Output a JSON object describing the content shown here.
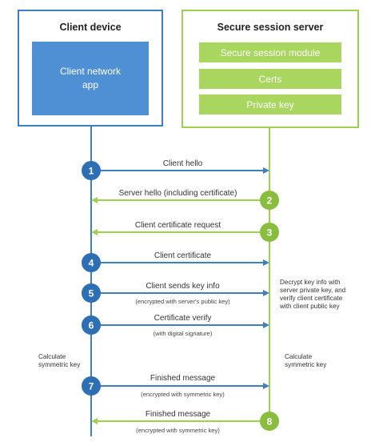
{
  "client": {
    "title": "Client device",
    "app_line1": "Client network",
    "app_line2": "app"
  },
  "server": {
    "title": "Secure session server",
    "modules": [
      "Secure session module",
      "Certs",
      "Private key"
    ]
  },
  "colors": {
    "client": "#3f7fc0",
    "server": "#9fd04e"
  },
  "steps": [
    {
      "num": "1",
      "side": "client",
      "label": "Client hello",
      "sub": ""
    },
    {
      "num": "2",
      "side": "server",
      "label": "Server hello (including certificate)",
      "sub": ""
    },
    {
      "num": "3",
      "side": "server",
      "label": "Client certificate request",
      "sub": ""
    },
    {
      "num": "4",
      "side": "client",
      "label": "Client certificate",
      "sub": ""
    },
    {
      "num": "5",
      "side": "client",
      "label": "Client sends key info",
      "sub": "(encrypted with server's public key)"
    },
    {
      "num": "6",
      "side": "client",
      "label": "Certificate verify",
      "sub": "(with digital signature)"
    },
    {
      "num": "7",
      "side": "client",
      "label": "Finished message",
      "sub": "(encrypted with symmetric key)"
    },
    {
      "num": "8",
      "side": "server",
      "label": "Finished message",
      "sub": "(encrypted with symmetric key)"
    }
  ],
  "notes": {
    "server_decrypt": [
      "Decrypt key info with",
      "server private key, and",
      "verify client certificate",
      "with client public key"
    ],
    "client_calc": [
      "Calculate",
      "symmetric key"
    ],
    "server_calc": [
      "Calculate",
      "symmetric key"
    ]
  }
}
